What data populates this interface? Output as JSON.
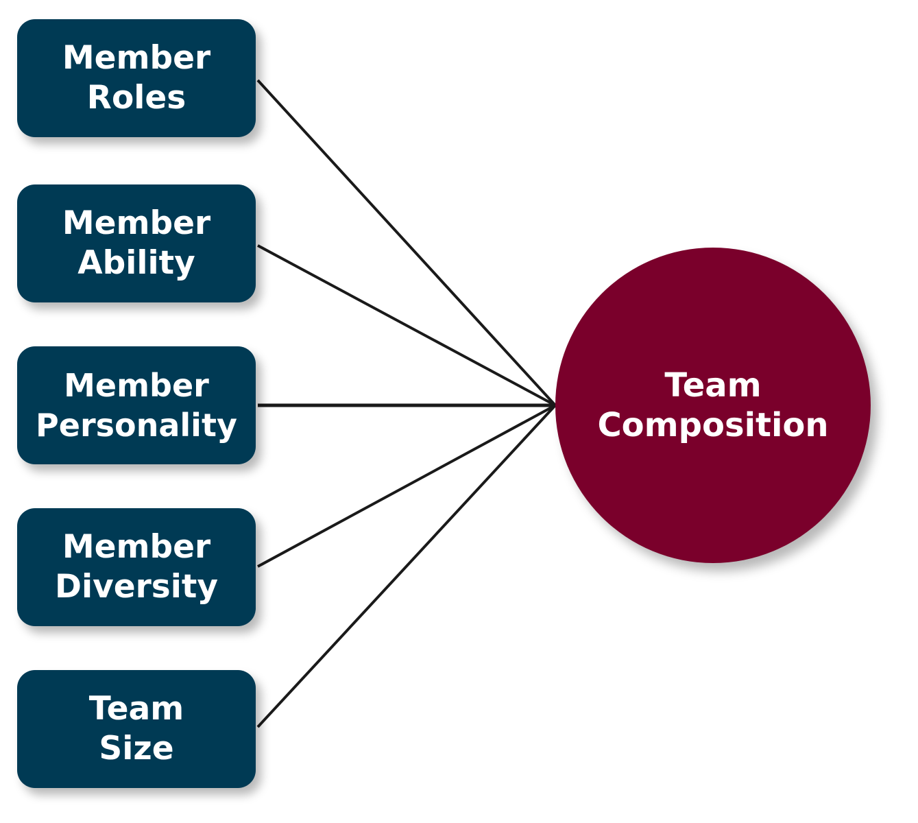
{
  "factors": [
    {
      "id": "roles",
      "line1": "Member",
      "line2": "Roles"
    },
    {
      "id": "ability",
      "line1": "Member",
      "line2": "Ability"
    },
    {
      "id": "personality",
      "line1": "Member",
      "line2": "Personality"
    },
    {
      "id": "diversity",
      "line1": "Member",
      "line2": "Diversity"
    },
    {
      "id": "size",
      "line1": "Team",
      "line2": "Size"
    }
  ],
  "outcome": {
    "line1": "Team",
    "line2": "Composition"
  },
  "colors": {
    "factor_fill": "#003a54",
    "outcome_fill": "#7a002b",
    "text": "#ffffff",
    "connector": "#1a1a1a"
  }
}
